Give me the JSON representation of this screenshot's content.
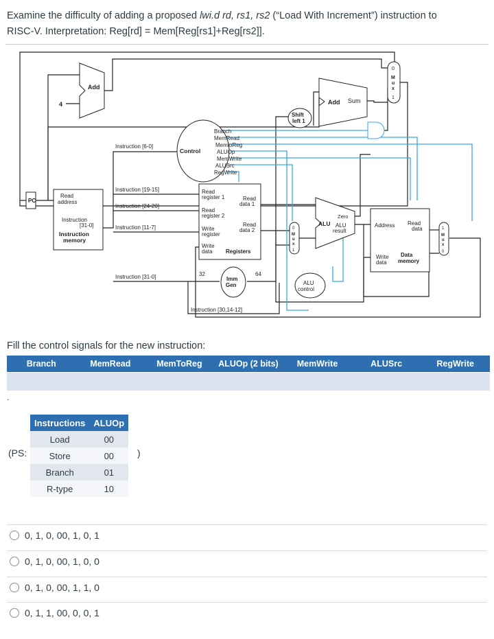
{
  "question": {
    "p1": "Examine the difficulty of adding a proposed ",
    "instr": "lwi.d rd, rs1, rs2",
    "p2": " (“Load With Increment”) instruction to",
    "line2": "RISC-V. Interpretation: Reg[rd] = Mem[Reg[rs1]+Reg[rs2]]."
  },
  "diagram": {
    "pc": "PC",
    "read_address": [
      "Read",
      "address"
    ],
    "instruction_3100": [
      "Instruction",
      "[31-0]"
    ],
    "instruction_memory": [
      "Instruction",
      "memory"
    ],
    "add_top": "Add",
    "four": "4",
    "add_branch": "Add",
    "sum": "Sum",
    "shift_left": [
      "Shift",
      "left 1"
    ],
    "control": "Control",
    "control_signals": [
      "Branch",
      "MemRead",
      "MemtoReg",
      "ALUOp",
      "MemWrite",
      "ALUSrc",
      "RegWrite"
    ],
    "instr_6_0": "Instruction [6-0]",
    "instr_19_15": "Instruction [19-15]",
    "instr_24_20": "Instruction [24-20]",
    "instr_11_7": "Instruction [11-7]",
    "instr_31_0": "Instruction [31-0]",
    "instr_30_14_12": "Instruction [30,14-12]",
    "read_register_1": [
      "Read",
      "register 1"
    ],
    "read_register_2": [
      "Read",
      "register 2"
    ],
    "write_register": [
      "Write",
      "register"
    ],
    "write_data": [
      "Write",
      "data"
    ],
    "read_data_1": [
      "Read",
      "data 1"
    ],
    "read_data_2": [
      "Read",
      "data 2"
    ],
    "registers": "Registers",
    "bits_32": "32",
    "bits_64": "64",
    "imm_gen": [
      "Imm",
      "Gen"
    ],
    "alu": "ALU",
    "zero": "Zero",
    "alu_result": [
      "ALU",
      "result"
    ],
    "alu_control": [
      "ALU",
      "control"
    ],
    "address": "Address",
    "read_data": [
      "Read",
      "data"
    ],
    "write_data_mem": [
      "Write",
      "data"
    ],
    "data_memory": [
      "Data",
      "memory"
    ],
    "mux_letters": [
      "M",
      "u",
      "x"
    ],
    "mux0": "0",
    "mux1": "1"
  },
  "fill_label": "Fill the control signals for the new instruction:",
  "control_table": {
    "headers": [
      "Branch",
      "MemRead",
      "MemToReg",
      "ALUOp (2 bits)",
      "MemWrite",
      "ALUSrc",
      "RegWrite"
    ]
  },
  "dot": ".",
  "ps": {
    "label": "(PS:",
    "close": ")",
    "headers": [
      "Instructions",
      "ALUOp"
    ],
    "rows": [
      [
        "Load",
        "00"
      ],
      [
        "Store",
        "00"
      ],
      [
        "Branch",
        "01"
      ],
      [
        "R-type",
        "10"
      ]
    ]
  },
  "options": [
    "0, 1, 0, 00, 1, 0, 1",
    "0, 1, 0, 00, 1, 0, 0",
    "0, 1, 0, 00, 1, 1, 0",
    "0, 1, 1, 00, 0, 0, 1"
  ],
  "colors": {
    "table_header": "#2d6fb0",
    "control_lines": "#3aa6e8",
    "diagram_lines": "#222222"
  }
}
